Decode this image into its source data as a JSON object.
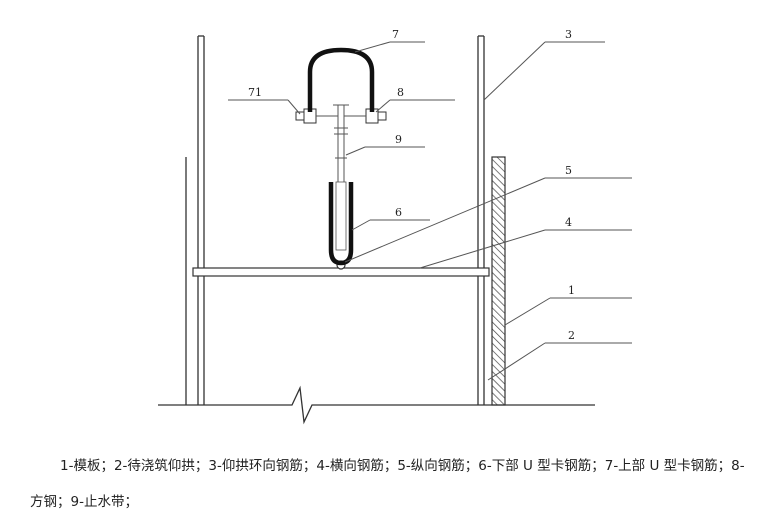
{
  "labels": {
    "l1": "1",
    "l2": "2",
    "l3": "3",
    "l4": "4",
    "l5": "5",
    "l6": "6",
    "l7": "7",
    "l71": "71",
    "l8": "8",
    "l9": "9"
  },
  "caption": "1-模板；2-待浇筑仰拱；3-仰拱环向钢筋；4-横向钢筋；5-纵向钢筋；6-下部 U 型卡钢筋；7-上部 U 型卡钢筋；8-方钢；9-止水带；",
  "colors": {
    "line": "#333333",
    "u_bar": "#111111",
    "hatch": "#444444"
  }
}
